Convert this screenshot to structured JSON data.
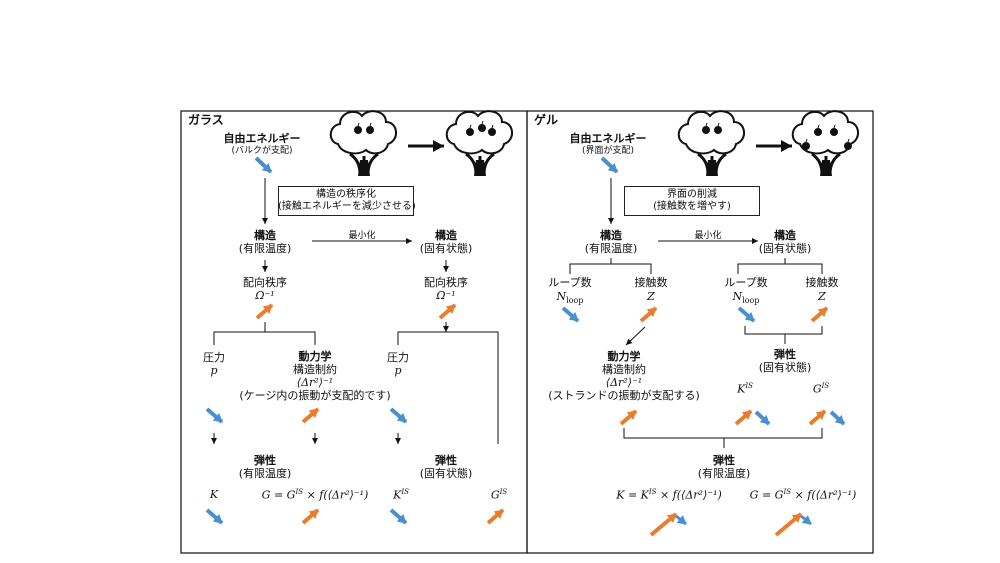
{
  "colors": {
    "orange": "#e87e2d",
    "blue": "#4a90d0",
    "line": "#111111"
  },
  "glass": {
    "title": "ガラス",
    "free_energy": "自由エネルギー",
    "free_energy_note": "(バルクが支配)",
    "box_line1": "構造の秩序化",
    "box_line2": "(接触エネルギーを減少させる)",
    "struct_finite": "構造",
    "struct_finite_sub": "(有限温度)",
    "minimize": "最小化",
    "struct_inherent": "構造",
    "struct_inherent_sub": "(固有状態)",
    "orient_order_left": "配向秩序",
    "orient_sym_left": "Ω⁻¹",
    "orient_order_right": "配向秩序",
    "orient_sym_right": "Ω⁻¹",
    "pressure_left": "圧力",
    "pressure_sym_left": "p",
    "dynamics": "動力学",
    "constraint": "構造制約",
    "constraint_sym": "⟨Δr²⟩⁻¹",
    "cage_note": "(ケージ内の振動が支配的です)",
    "pressure_right": "圧力",
    "pressure_sym_right": "p",
    "elastic_finite": "弾性",
    "elastic_finite_sub": "(有限温度)",
    "K": "K",
    "G_formula": "G = G",
    "G_formula_sup": "IS",
    "G_formula_rest": " × f(⟨Δr²⟩⁻¹)",
    "elastic_inherent": "弾性",
    "elastic_inherent_sub": "(固有状態)",
    "KIS": "K",
    "KIS_sup": "IS",
    "GIS": "G",
    "GIS_sup": "IS"
  },
  "gel": {
    "title": "ゲル",
    "free_energy": "自由エネルギー",
    "free_energy_note": "(界面が支配)",
    "box_line1": "界面の削減",
    "box_line2": "(接触数を増やす)",
    "struct_finite": "構造",
    "struct_finite_sub": "(有限温度)",
    "minimize": "最小化",
    "struct_inherent": "構造",
    "struct_inherent_sub": "(固有状態)",
    "loop_left": "ループ数",
    "loop_sym_left": "N",
    "loop_sub_left": "loop",
    "contact_left": "接触数",
    "contact_sym_left": "Z",
    "loop_right": "ループ数",
    "loop_sym_right": "N",
    "loop_sub_right": "loop",
    "contact_right": "接触数",
    "contact_sym_right": "Z",
    "dynamics": "動力学",
    "constraint": "構造制約",
    "constraint_sym": "⟨Δr²⟩⁻¹",
    "strand_note": "(ストランドの振動が支配する)",
    "elastic_inherent": "弾性",
    "elastic_inherent_sub": "(固有状態)",
    "KIS": "K",
    "KIS_sup": "IS",
    "GIS": "G",
    "GIS_sup": "IS",
    "elastic_finite": "弾性",
    "elastic_finite_sub": "(有限温度)",
    "K_formula": "K = K",
    "K_formula_sup": "IS",
    "K_formula_rest": " × f(⟨Δr²⟩⁻¹)",
    "G_formula": "G = G",
    "G_formula_sup": "IS",
    "G_formula_rest": " × f(⟨Δr²⟩⁻¹)"
  }
}
